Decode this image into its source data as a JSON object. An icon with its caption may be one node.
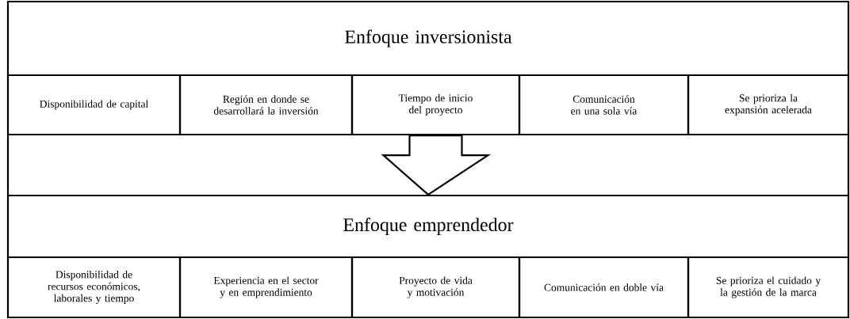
{
  "diagram": {
    "nodes": [
      {
        "text": [
          "Enfoque inversionista"
        ]
      },
      {
        "text": [
          "Disponibilidad de capital"
        ]
      },
      {
        "text": [
          "Región en donde se desarrollará la inversión"
        ]
      },
      {
        "text": [
          "Tiempo de inicio del proyecto"
        ]
      },
      {
        "text": [
          "Comunicación en una sola vía"
        ]
      },
      {
        "text": [
          "Se prioriza la expansión acelerada"
        ]
      },
      {
        "text": [
          "Enfoque emprendedor"
        ]
      },
      {
        "text": [
          "Disponibilidad de recursos económicos, laborales y tiempo"
        ]
      },
      {
        "text": [
          "Experiencia en el sector y en emprendimiento"
        ]
      },
      {
        "text": [
          "Proyecto de vida y motivación"
        ]
      },
      {
        "text": [
          "Comunicación en doble vía"
        ]
      },
      {
        "text": [
          "Se prioriza el cuidado y la gestión de la marca"
        ]
      }
    ],
    "edges": [
      {
        "from": 3,
        "to": 6,
        "arrow": "to"
      }
    ]
  }
}
